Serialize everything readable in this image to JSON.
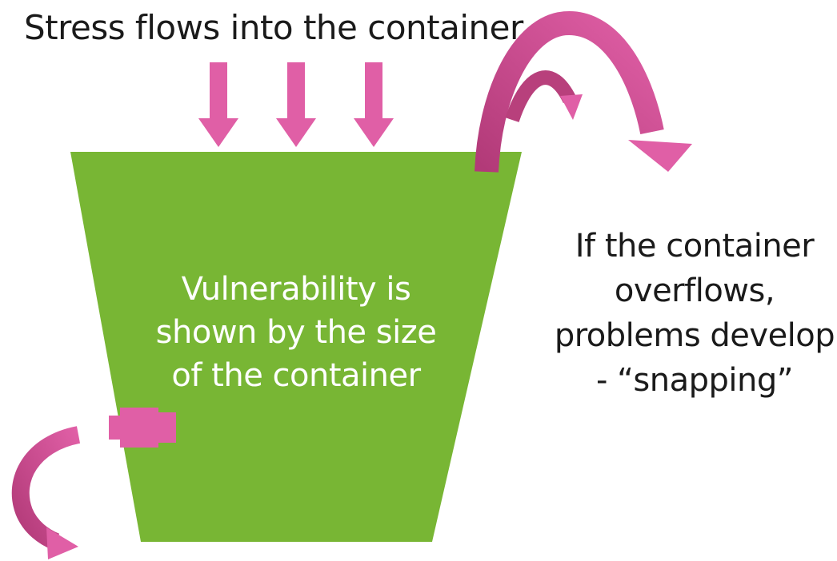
{
  "diagram": {
    "title": "Stress flows into the container",
    "container_label": {
      "line1": "Vulnerability is",
      "line2": "shown by the size",
      "line3": "of the container"
    },
    "overflow_label": {
      "line1": "If the container",
      "line2": "overflows,",
      "line3": "problems develop",
      "line4": "- “snapping”"
    },
    "colors": {
      "container": "#78b634",
      "arrow": "#e05fa6",
      "arrow_dark": "#b8407c",
      "text": "#1a1a1a",
      "container_text": "#ffffff"
    },
    "icons": {
      "stress_arrows": "down-arrow-icon",
      "overflow": "curved-arrow-icon",
      "tap": "tap-valve-icon",
      "drain": "curved-arrow-icon"
    }
  }
}
